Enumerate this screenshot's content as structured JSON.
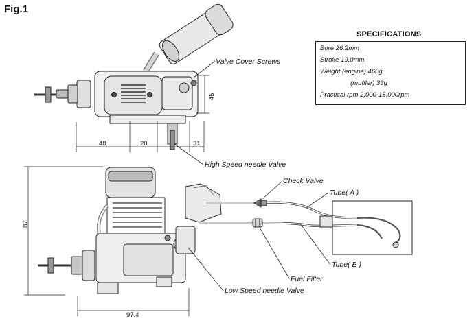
{
  "figure": {
    "title": "Fig.1"
  },
  "specifications": {
    "heading": "SPECIFICATIONS",
    "lines": [
      "Bore 26.2mm",
      "Stroke 19.0mm",
      "Weight (engine) 460g",
      "(muffler) 33g",
      "Practical rpm 2,000-15,000rpm"
    ]
  },
  "callouts": {
    "valve_cover_screws": "Valve Cover Screws",
    "high_speed_needle": "High Speed needle Valve",
    "check_valve": "Check Valve",
    "tube_a": "Tube( A )",
    "tube_b": "Tube( B )",
    "fuel_filter": "Fuel Filter",
    "low_speed_needle": "Low Speed needle Valve"
  },
  "dimensions": {
    "d48": "48",
    "d20": "20",
    "d31": "31",
    "d45": "45",
    "d87": "87",
    "d97_4": "97.4"
  }
}
